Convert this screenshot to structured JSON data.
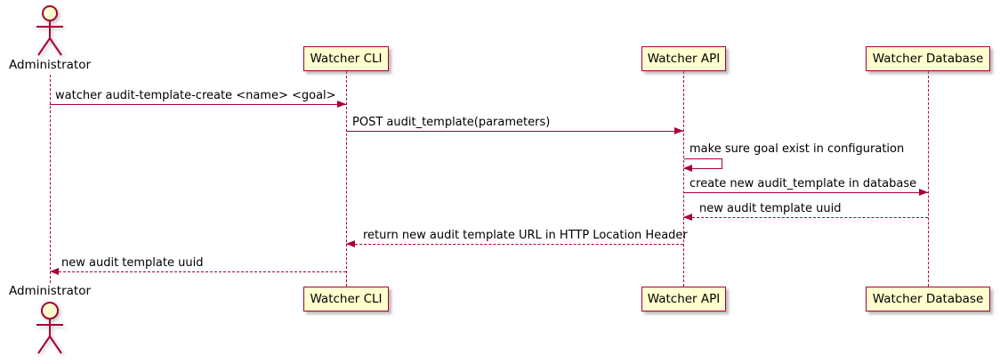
{
  "diagram": {
    "type": "sequence-diagram",
    "colors": {
      "participant_fill": "#FEFECE",
      "line_and_border": "#A80036",
      "text": "#000000",
      "shadow": "#888888",
      "background": "#ffffff"
    },
    "participants": [
      {
        "id": "administrator",
        "kind": "actor",
        "label": "Administrator"
      },
      {
        "id": "watcher-cli",
        "kind": "participant",
        "label": "Watcher CLI"
      },
      {
        "id": "watcher-api",
        "kind": "participant",
        "label": "Watcher API"
      },
      {
        "id": "watcher-database",
        "kind": "participant",
        "label": "Watcher Database"
      }
    ],
    "messages": [
      {
        "from": "Administrator",
        "to": "Watcher CLI",
        "style": "solid",
        "label": "watcher audit-template-create <name> <goal>"
      },
      {
        "from": "Watcher CLI",
        "to": "Watcher API",
        "style": "solid",
        "label": "POST audit_template(parameters)"
      },
      {
        "from": "Watcher API",
        "to": "Watcher API",
        "style": "self",
        "label": "make sure goal exist in configuration"
      },
      {
        "from": "Watcher API",
        "to": "Watcher Database",
        "style": "solid",
        "label": "create new audit_template in database"
      },
      {
        "from": "Watcher Database",
        "to": "Watcher API",
        "style": "dashed",
        "label": "new audit template uuid"
      },
      {
        "from": "Watcher API",
        "to": "Watcher CLI",
        "style": "dashed",
        "label": "return new audit template URL in HTTP Location Header"
      },
      {
        "from": "Watcher CLI",
        "to": "Administrator",
        "style": "dashed",
        "label": "new audit template uuid"
      }
    ]
  }
}
